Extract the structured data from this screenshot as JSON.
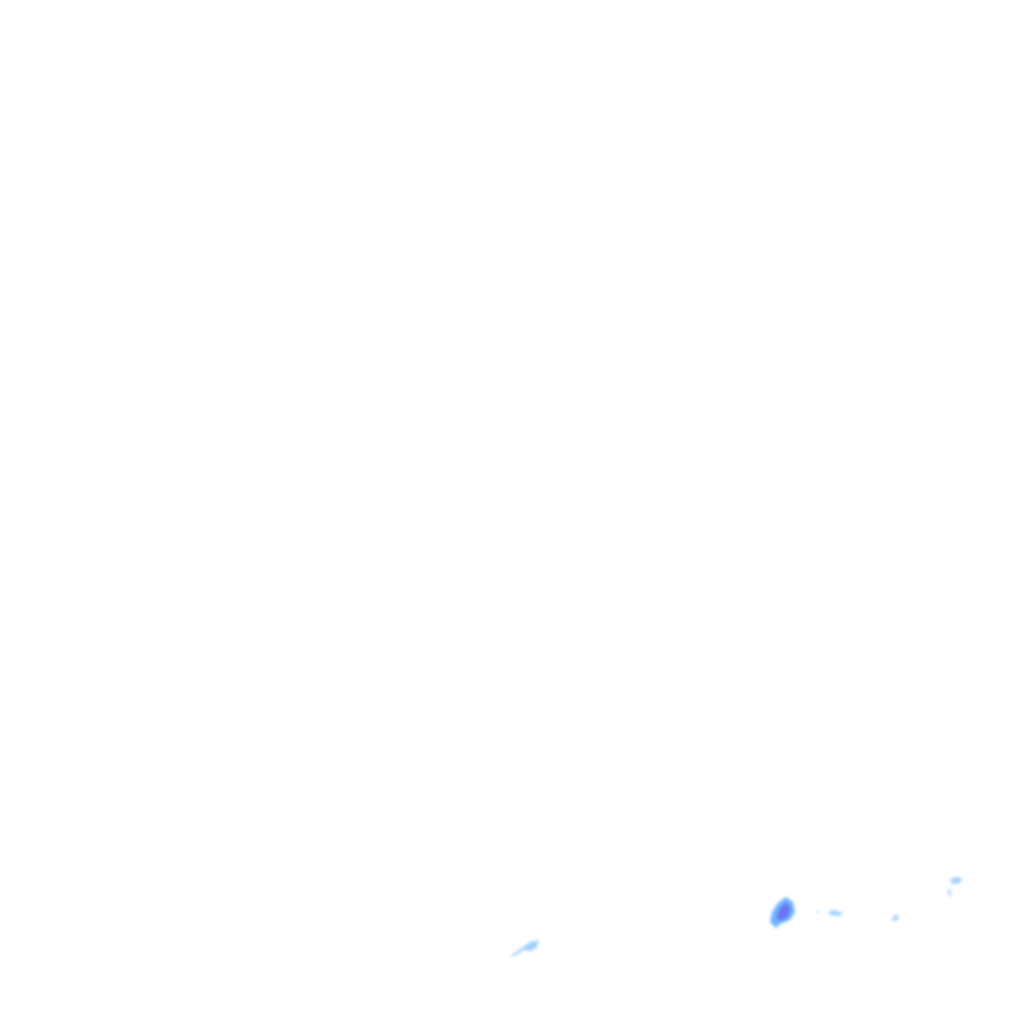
{
  "layer": "precipitation-radar-tile",
  "colors": {
    "background": "#ffffff",
    "light": "#9fd0ff",
    "moderate": "#6fb4ff",
    "heavy": "#6a74f5"
  },
  "echoes": [
    {
      "intensity": "light"
    },
    {
      "intensity": "heavy"
    },
    {
      "intensity": "light"
    },
    {
      "intensity": "light"
    },
    {
      "intensity": "light"
    },
    {
      "intensity": "light"
    }
  ]
}
